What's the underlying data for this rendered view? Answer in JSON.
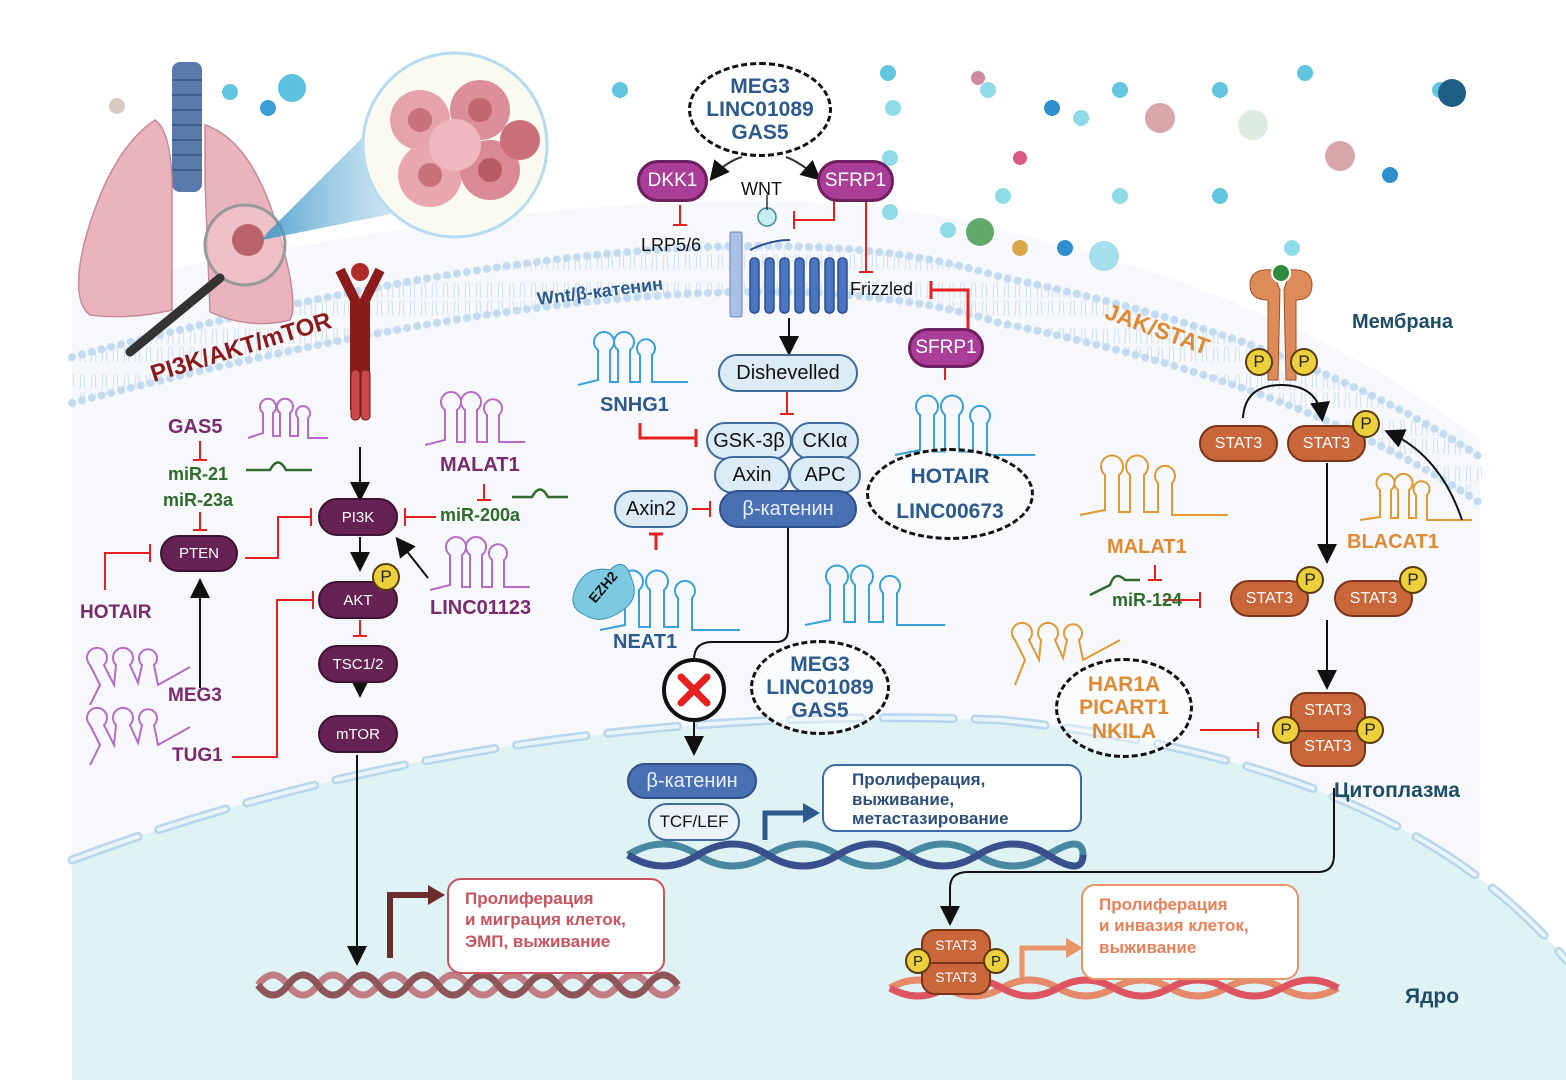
{
  "colors": {
    "pi3k_pathway": "#8b1a1a",
    "lncrna_purple": "#7a2b6e",
    "mirna_green": "#2f6b2a",
    "wnt_blue": "#2d5a8c",
    "jak_orange": "#e08a32",
    "inhibit_red": "#e62020",
    "membrane_blue": "#bcd6ee",
    "nucleus_bg": "#dff3f5",
    "cytoplasm_bg": "#f6f8fc"
  },
  "compartments": {
    "membrane": "Мембрана",
    "cytoplasm": "Цитоплазма",
    "nucleus": "Ядро"
  },
  "pi3k": {
    "title": "PI3K/AKT/mTOR",
    "gas5": "GAS5",
    "mir21": "miR-21",
    "mir23a": "miR-23a",
    "pten": "PTEN",
    "hotair": "HOTAIR",
    "meg3": "MEG3",
    "tug1": "TUG1",
    "pi3k_node": "PI3K",
    "akt": "AKT",
    "tsc": "TSC1/2",
    "mtor": "mTOR",
    "malat1": "MALAT1",
    "mir200a": "miR-200a",
    "linc01123": "LINC01123",
    "phospho": "P",
    "outcome": "Пролиферация\nи миграция клеток,\nЭМП, выживание"
  },
  "wnt": {
    "title": "Wnt/β-катенин",
    "top_group": [
      "MEG3",
      "LINC01089",
      "GAS5"
    ],
    "dkk1": "DKK1",
    "sfrp1": "SFRP1",
    "wnt_ligand": "WNT",
    "lrp": "LRP5/6",
    "frizzled": "Frizzled",
    "sfrp1_inner": "SFRP1",
    "dishevelled": "Dishevelled",
    "gsk": "GSK-3β",
    "ck": "CKIα",
    "axin": "Axin",
    "apc": "APC",
    "axin2": "Axin2",
    "beta_catenin": "β-катенин",
    "snhg1": "SNHG1",
    "ezh2": "EZH2",
    "neat1": "NEAT1",
    "hotair_group": [
      "HOTAIR",
      "LINC00673"
    ],
    "bottom_group": [
      "MEG3",
      "LINC01089",
      "GAS5"
    ],
    "nuclear_beta_catenin": "β-катенин",
    "tcf": "TCF/LEF",
    "outcome": "Пролиферация,\nвыживание,\nметастазирование"
  },
  "jak": {
    "title": "JAK/STAT",
    "stat3": "STAT3",
    "phospho": "P",
    "malat1": "MALAT1",
    "mir124": "miR-124",
    "blacat1": "BLACAT1",
    "group": [
      "HAR1A",
      "PICART1",
      "NKILA"
    ],
    "outcome": "Пролиферация\nи инвазия клеток,\nвыживание"
  }
}
